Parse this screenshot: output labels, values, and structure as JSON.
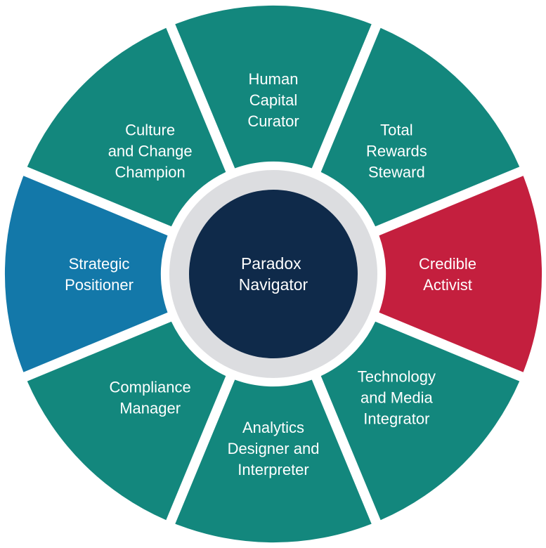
{
  "diagram": {
    "center": {
      "lines": [
        "Paradox",
        "Navigator"
      ],
      "color": "#0f2a4a",
      "ring_color": "#dcdde0"
    },
    "segments": [
      {
        "id": "human-capital-curator",
        "lines": [
          "Human",
          "Capital",
          "Curator"
        ],
        "color": "#13877d"
      },
      {
        "id": "total-rewards-steward",
        "lines": [
          "Total",
          "Rewards",
          "Steward"
        ],
        "color": "#13877d"
      },
      {
        "id": "credible-activist",
        "lines": [
          "Credible",
          "Activist"
        ],
        "color": "#c41f3e"
      },
      {
        "id": "technology-and-media-integrator",
        "lines": [
          "Technology",
          "and Media",
          "Integrator"
        ],
        "color": "#13877d"
      },
      {
        "id": "analytics-designer-and-interpreter",
        "lines": [
          "Analytics",
          "Designer and",
          "Interpreter"
        ],
        "color": "#13877d"
      },
      {
        "id": "compliance-manager",
        "lines": [
          "Compliance",
          "Manager"
        ],
        "color": "#13877d"
      },
      {
        "id": "strategic-positioner",
        "lines": [
          "Strategic",
          "Positioner"
        ],
        "color": "#1378a9"
      },
      {
        "id": "culture-and-change-champion",
        "lines": [
          "Culture",
          "and Change",
          "Champion"
        ],
        "color": "#13877d"
      }
    ]
  }
}
